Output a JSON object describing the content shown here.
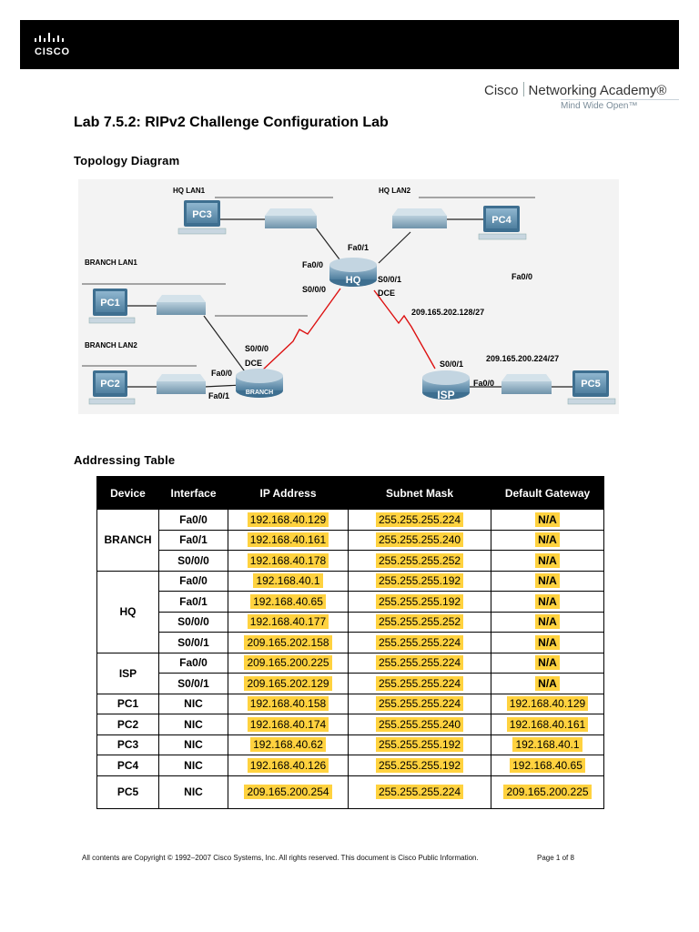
{
  "header": {
    "logo_text": "CISCO",
    "academy_name_left": "Cisco",
    "academy_name_right": "Networking Academy®",
    "tagline": "Mind Wide Open™"
  },
  "document": {
    "title": "Lab 7.5.2: RIPv2 Challenge Configuration Lab",
    "topology_heading": "Topology Diagram",
    "addressing_heading": "Addressing Table"
  },
  "topology": {
    "lan_labels": {
      "hq_lan1": "HQ LAN1",
      "hq_lan2": "HQ LAN2",
      "branch_lan1": "BRANCH LAN1",
      "branch_lan2": "BRANCH LAN2"
    },
    "pcs": {
      "pc1": "PC1",
      "pc2": "PC2",
      "pc3": "PC3",
      "pc4": "PC4",
      "pc5": "PC5"
    },
    "routers": {
      "hq": "HQ",
      "branch": "BRANCH",
      "isp": "ISP"
    },
    "interfaces": {
      "hq_fa01": "Fa0/1",
      "hq_fa00": "Fa0/0",
      "hq_s000": "S0/0/0",
      "hq_s001": "S0/0/1",
      "hq_dce": "DCE",
      "floating_fa00": "Fa0/0",
      "branch_s000": "S0/0/0",
      "branch_dce": "DCE",
      "branch_fa00": "Fa0/0",
      "branch_fa01": "Fa0/1",
      "isp_s001": "S0/0/1",
      "isp_fa00": "Fa0/0"
    },
    "networks": {
      "hq_isp": "209.165.202.128/27",
      "isp_lan": "209.165.200.224/27"
    }
  },
  "addressing_table": {
    "headers": [
      "Device",
      "Interface",
      "IP Address",
      "Subnet Mask",
      "Default Gateway"
    ],
    "devices": [
      {
        "device": "BRANCH",
        "rows": [
          {
            "interface": "Fa0/0",
            "ip": "192.168.40.129",
            "mask": "255.255.255.224",
            "gateway": "N/A"
          },
          {
            "interface": "Fa0/1",
            "ip": "192.168.40.161",
            "mask": "255.255.255.240",
            "gateway": "N/A"
          },
          {
            "interface": "S0/0/0",
            "ip": "192.168.40.178",
            "mask": "255.255.255.252",
            "gateway": "N/A"
          }
        ]
      },
      {
        "device": "HQ",
        "rows": [
          {
            "interface": "Fa0/0",
            "ip": "192.168.40.1",
            "mask": "255.255.255.192",
            "gateway": "N/A"
          },
          {
            "interface": "Fa0/1",
            "ip": "192.168.40.65",
            "mask": "255.255.255.192",
            "gateway": "N/A"
          },
          {
            "interface": "S0/0/0",
            "ip": "192.168.40.177",
            "mask": "255.255.255.252",
            "gateway": "N/A"
          },
          {
            "interface": "S0/0/1",
            "ip": "209.165.202.158",
            "mask": "255.255.255.224",
            "gateway": "N/A"
          }
        ]
      },
      {
        "device": "ISP",
        "rows": [
          {
            "interface": "Fa0/0",
            "ip": "209.165.200.225",
            "mask": "255.255.255.224",
            "gateway": "N/A"
          },
          {
            "interface": "S0/0/1",
            "ip": "209.165.202.129",
            "mask": "255.255.255.224",
            "gateway": "N/A"
          }
        ]
      },
      {
        "device": "PC1",
        "rows": [
          {
            "interface": "NIC",
            "ip": "192.168.40.158",
            "mask": "255.255.255.224",
            "gateway": "192.168.40.129"
          }
        ]
      },
      {
        "device": "PC2",
        "rows": [
          {
            "interface": "NIC",
            "ip": "192.168.40.174",
            "mask": "255.255.255.240",
            "gateway": "192.168.40.161"
          }
        ]
      },
      {
        "device": "PC3",
        "rows": [
          {
            "interface": "NIC",
            "ip": "192.168.40.62",
            "mask": "255.255.255.192",
            "gateway": "192.168.40.1"
          }
        ]
      },
      {
        "device": "PC4",
        "rows": [
          {
            "interface": "NIC",
            "ip": "192.168.40.126",
            "mask": "255.255.255.192",
            "gateway": "192.168.40.65"
          }
        ]
      },
      {
        "device": "PC5",
        "rows": [
          {
            "interface": "NIC",
            "ip": "209.165.200.254",
            "mask": "255.255.255.224",
            "gateway": "209.165.200.225"
          }
        ]
      }
    ],
    "highlight_color": "#ffd23f"
  },
  "footer": {
    "copyright": "All contents are Copyright © 1992–2007 Cisco Systems, Inc. All rights reserved. This document is Cisco Public Information.",
    "page": "Page 1 of 8"
  }
}
